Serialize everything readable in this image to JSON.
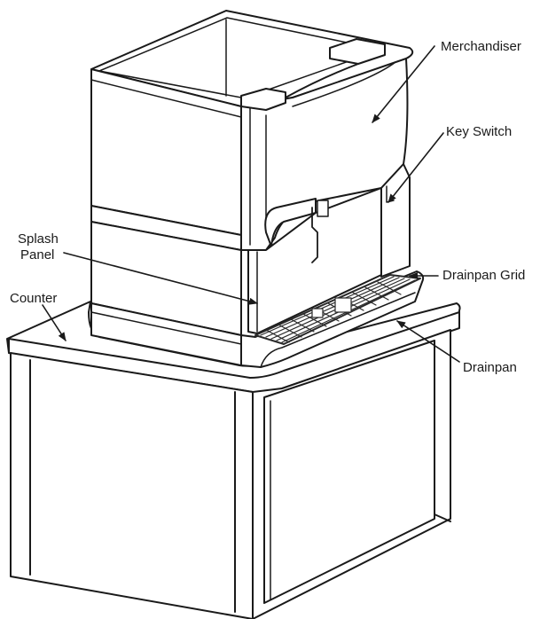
{
  "colors": {
    "line": "#1a1a1a",
    "fill": "#ffffff",
    "shade": "#eeeeee",
    "grid": "#2a2a2a"
  },
  "callouts": {
    "merchandiser": "Merchandiser",
    "key_switch": "Key Switch",
    "splash_panel_line1": "Splash",
    "splash_panel_line2": "Panel",
    "counter": "Counter",
    "drainpan_grid": "Drainpan Grid",
    "drainpan": "Drainpan"
  }
}
